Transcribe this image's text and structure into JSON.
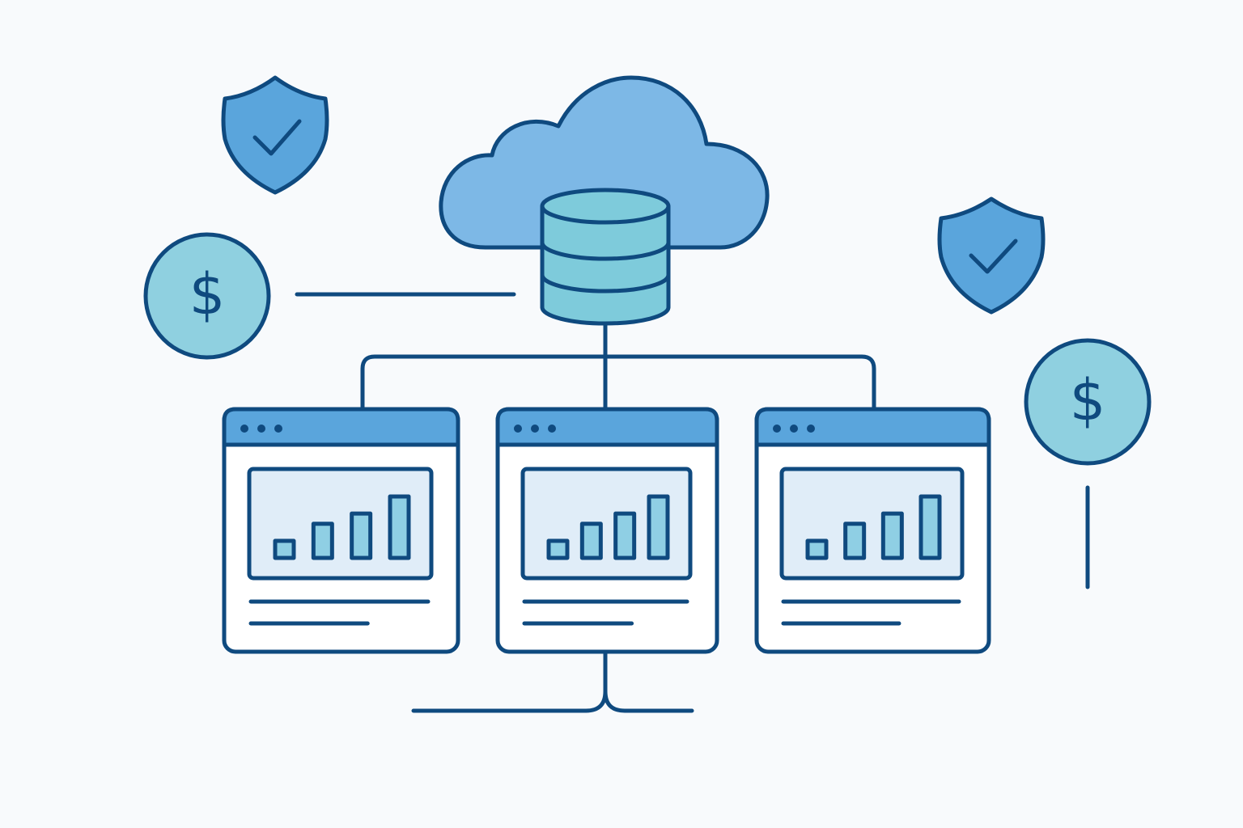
{
  "colors": {
    "background": "#f8fafc",
    "stroke": "#0f4a7f",
    "cloud": "#7db8e6",
    "database": "#7ecbdb",
    "window_header": "#5aa5dc",
    "shield": "#5aa5dc",
    "coin": "#8fd0e0",
    "chart_panel": "#e0edf8",
    "chart_bar": "#8fcfe4"
  },
  "icons": {
    "cloud": "cloud-icon",
    "database": "database-icon",
    "shield": "shield-check-icon",
    "coin": "dollar-coin-icon"
  },
  "coins": [
    {
      "symbol": "$"
    },
    {
      "symbol": "$"
    }
  ],
  "windows": [
    {
      "bars": [
        1,
        2,
        2.6,
        3.6
      ]
    },
    {
      "bars": [
        1,
        2,
        2.6,
        3.6
      ]
    },
    {
      "bars": [
        1,
        2,
        2.6,
        3.6
      ]
    }
  ]
}
